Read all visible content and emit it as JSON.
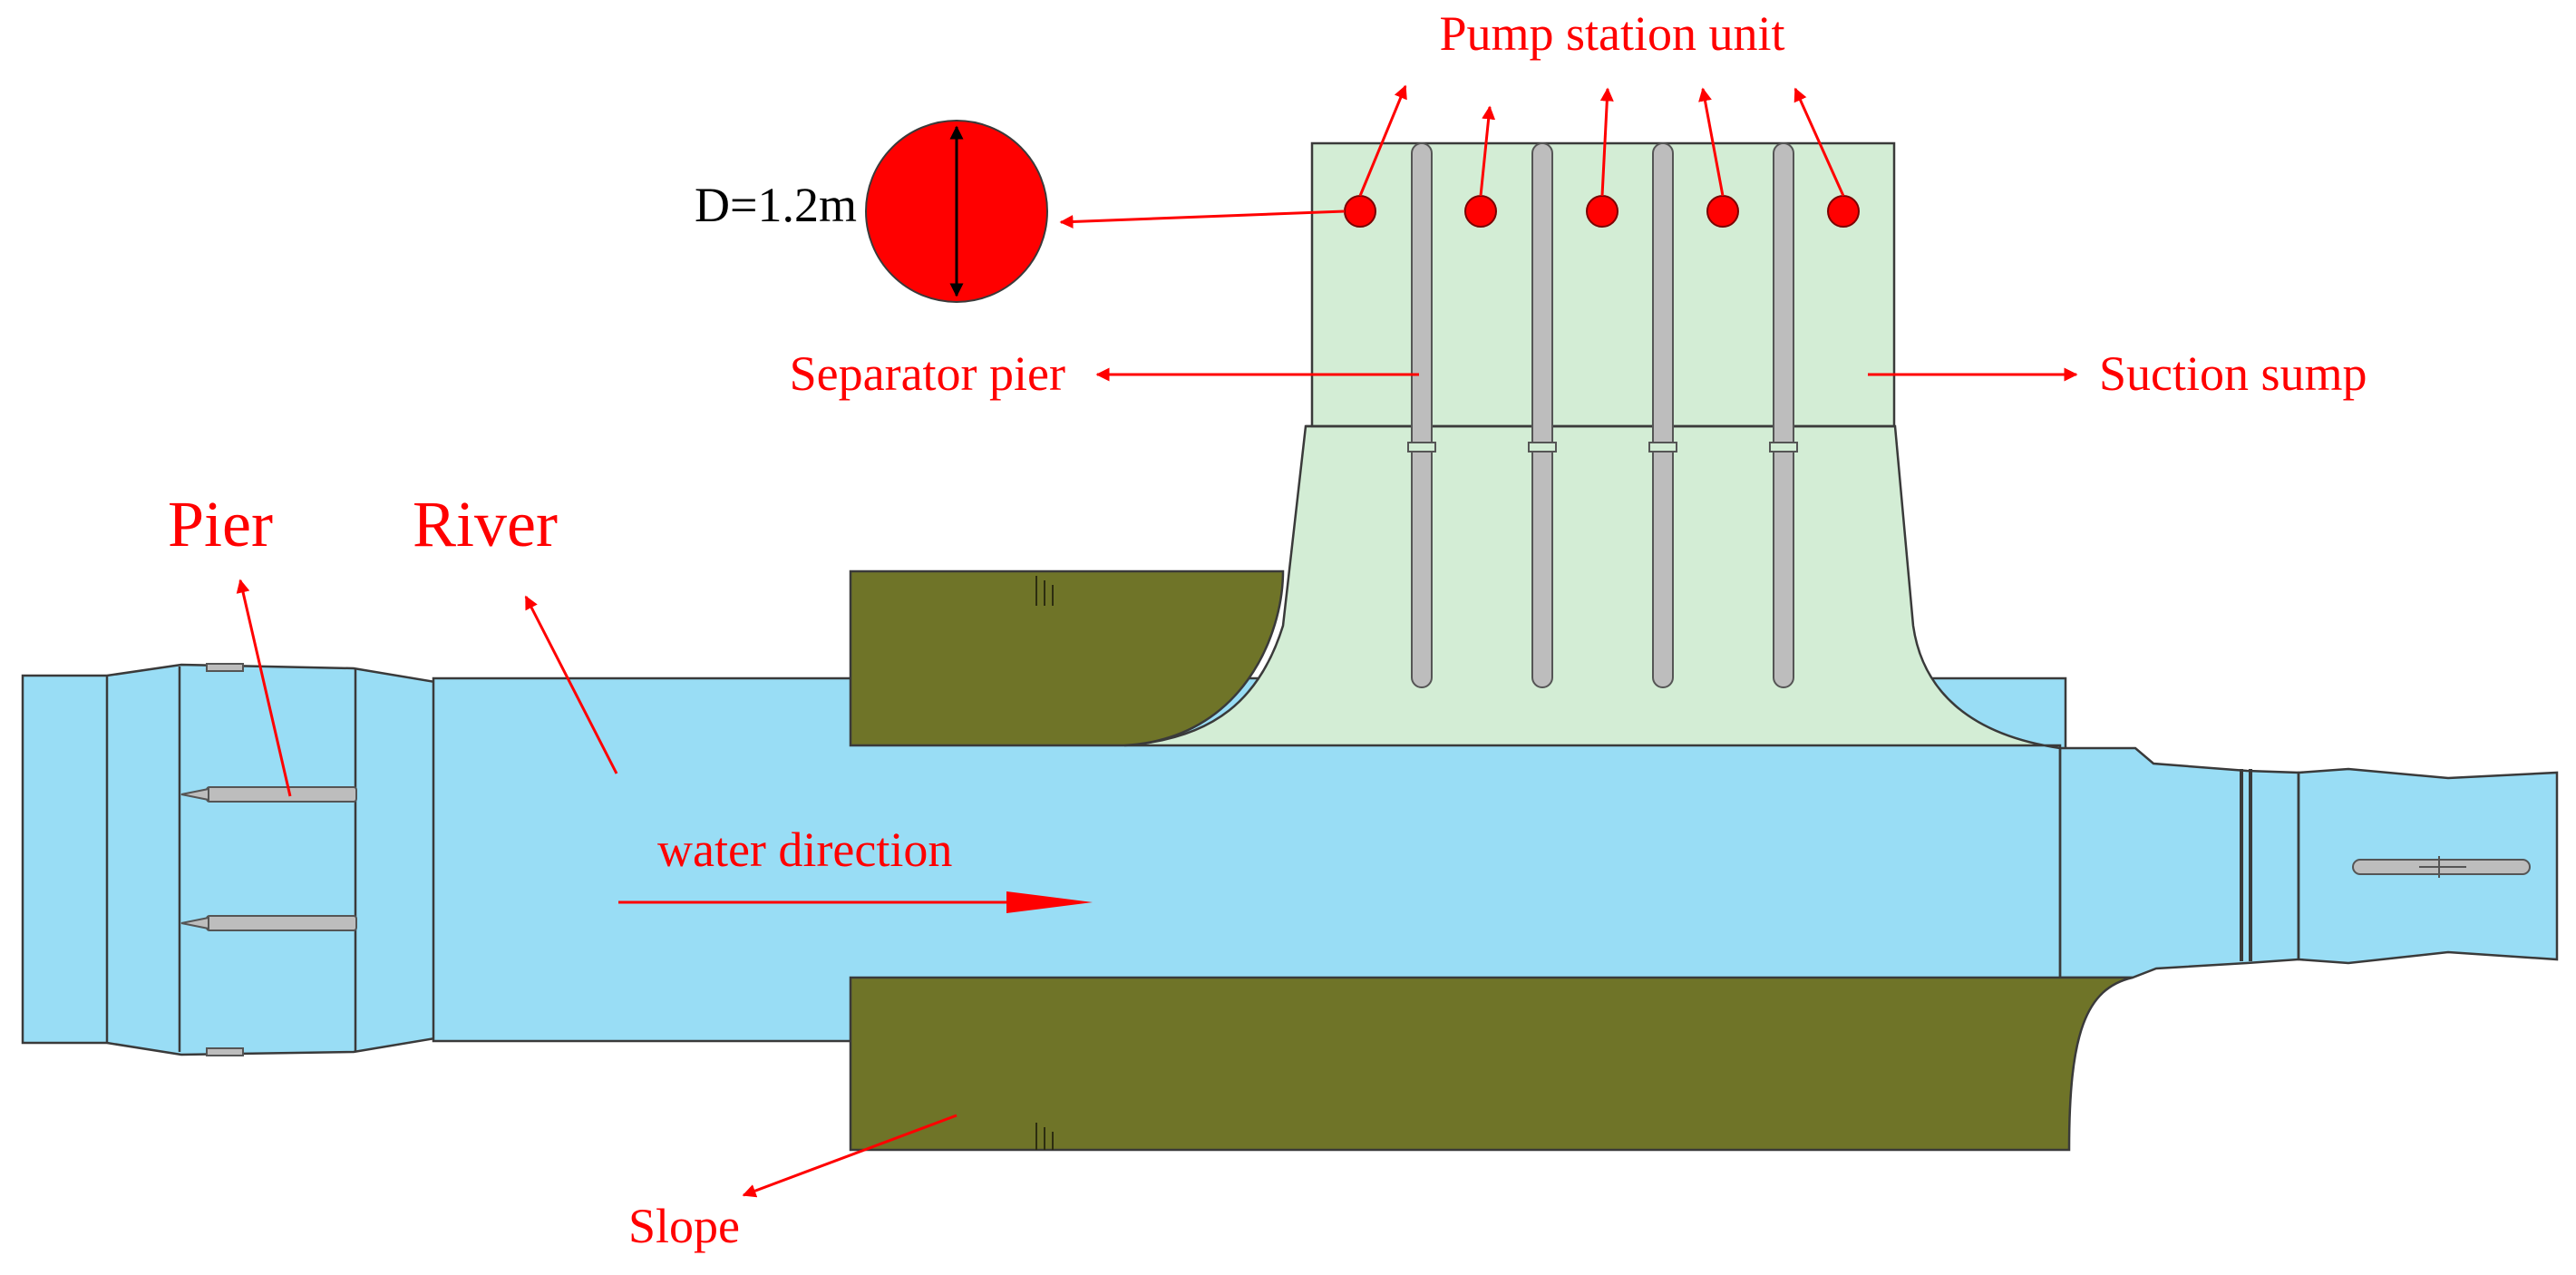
{
  "labels": {
    "pump_station_unit": "Pump station unit",
    "diameter": "D=1.2m",
    "separator_pier": "Separator pier",
    "suction_sump": "Suction sump",
    "pier": "Pier",
    "river": "River",
    "water_direction": "water direction",
    "slope": "Slope"
  },
  "pump_units": {
    "count": 5
  },
  "separator_piers": {
    "count": 4
  },
  "colors": {
    "river_water": "#99DDF5",
    "sump": "#D3EDD5",
    "slope": "#6F7428",
    "pier": "#BDBDBD",
    "annotation": "#FF0000",
    "outline": "#3A3A3A"
  }
}
